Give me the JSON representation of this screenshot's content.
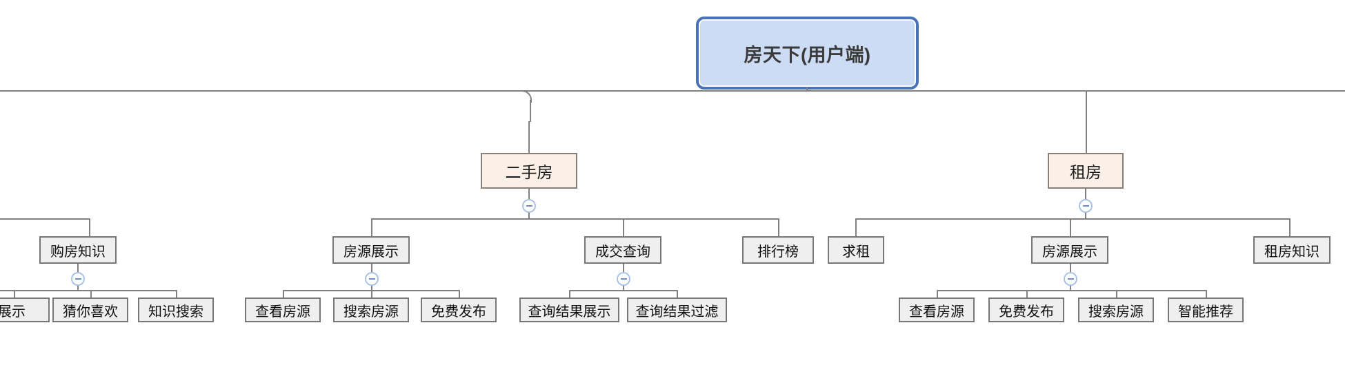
{
  "diagram": {
    "type": "mindmap-tree",
    "title": "房天下(用户端)",
    "background_color": "#ffffff",
    "colors": {
      "root_fill": "#ccdcf5",
      "root_border": "#4a72b8",
      "level2_fill": "#fbf0e7",
      "level2_border": "#888078",
      "leaf_fill": "#efefef",
      "leaf_border": "#777777",
      "connector": "#808080",
      "toggle_border": "#a9c2e8",
      "toggle_glyph": "#6b8fc4"
    }
  },
  "root": {
    "label": "房天下(用户端)"
  },
  "branches": {
    "second_hand": {
      "label": "二手房",
      "toggle": "collapse-toggle",
      "children": [
        {
          "label": "房源展示",
          "toggle": "collapse-toggle",
          "children": [
            {
              "label": "查看房源"
            },
            {
              "label": "搜索房源"
            },
            {
              "label": "免费发布"
            }
          ]
        },
        {
          "label": "成交查询",
          "toggle": "collapse-toggle",
          "children": [
            {
              "label": "查询结果展示"
            },
            {
              "label": "查询结果过滤"
            }
          ]
        },
        {
          "label": "排行榜",
          "children": []
        }
      ]
    },
    "rent": {
      "label": "租房",
      "toggle": "collapse-toggle",
      "children": [
        {
          "label": "求租",
          "children": []
        },
        {
          "label": "房源展示",
          "toggle": "collapse-toggle",
          "children": [
            {
              "label": "查看房源"
            },
            {
              "label": "免费发布"
            },
            {
              "label": "搜索房源"
            },
            {
              "label": "智能推荐"
            }
          ]
        },
        {
          "label": "租房知识",
          "children": []
        }
      ]
    },
    "offscreen_left": {
      "children": [
        {
          "label": "购房知识",
          "toggle": "collapse-toggle",
          "children": [
            {
              "label": "展示"
            },
            {
              "label": "猜你喜欢"
            },
            {
              "label": "知识搜索"
            }
          ]
        }
      ]
    }
  }
}
